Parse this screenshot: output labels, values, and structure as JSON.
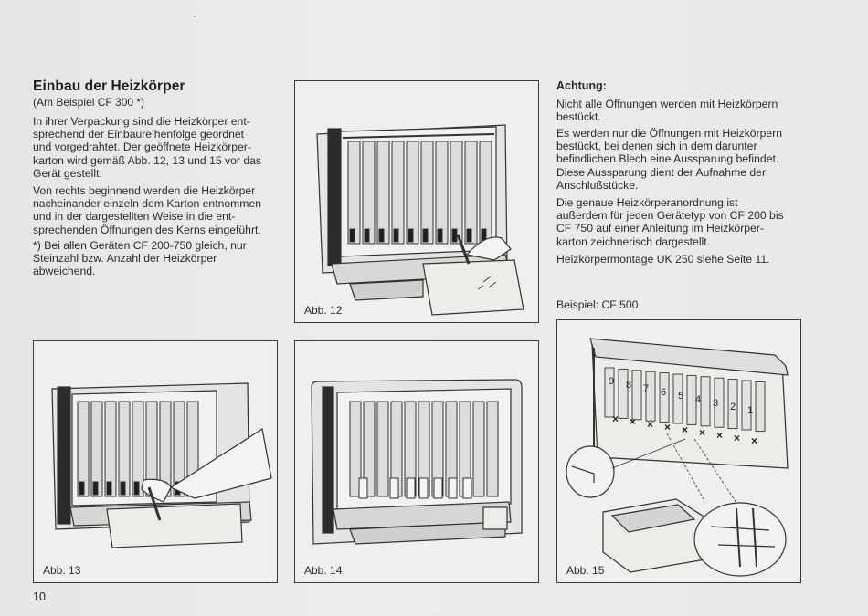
{
  "section": {
    "title": "Einbau der Heizkörper",
    "subtitle": "(Am Beispiel CF 300 *)"
  },
  "left_text": {
    "p1": "In ihrer Verpackung sind die Heizkörper ent-\nsprechend der Einbaureihenfolge geordnet\nund vorgedrahtet. Der geöffnete Heizkörper-\nkarton wird gemäß Abb. 12, 13 und 15 vor das\nGerät gestellt.",
    "p2": "Von rechts beginnend werden die Heizkörper\nnacheinander einzeln dem Karton entnommen\nund in der dargestellten Weise in die ent-\nsprechenden Öffnungen des Kerns eingeführt.",
    "footnote": "*) Bei allen Geräten CF 200-750 gleich, nur\n    Steinzahl bzw. Anzahl der Heizkörper\n    abweichend."
  },
  "right_text": {
    "heading": "Achtung:",
    "p1": "Nicht alle Öffnungen werden mit Heizkörpern\nbestückt.",
    "p2": "Es werden nur die Öffnungen mit Heizkörpern\nbestückt, bei denen sich in dem darunter\nbefindlichen Blech eine Aussparung befindet.\nDiese Aussparung dient der Aufnahme der\nAnschlußstücke.",
    "p3": "Die genaue Heizkörperanordnung ist\naußerdem für jeden Gerätetyp von CF 200 bis\nCF 750 auf einer Anleitung im Heizkörper-\nkarton zeichnerisch dargestellt.",
    "p4": "Heizkörpermontage UK 250 siehe Seite 11.",
    "example_label": "Beispiel: CF 500"
  },
  "figures": [
    {
      "caption": "Abb. 12"
    },
    {
      "caption": "Abb. 13"
    },
    {
      "caption": "Abb. 14"
    },
    {
      "caption": "Abb. 15",
      "slot_numbers": [
        "9",
        "8",
        "7",
        "6",
        "5",
        "4",
        "3",
        "2",
        "1"
      ]
    }
  ],
  "page_number": "10"
}
